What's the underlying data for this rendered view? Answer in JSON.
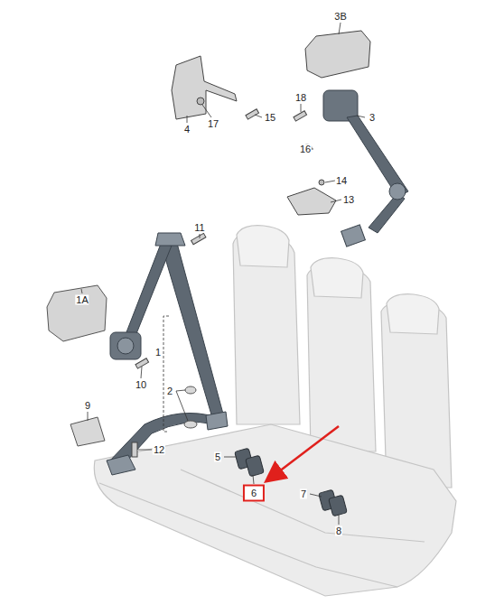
{
  "diagram": {
    "nodes": [
      {
        "text": [
          "6"
        ]
      }
    ],
    "edges": [],
    "labels": [
      "3B",
      "4",
      "17",
      "15",
      "18",
      "3",
      "16",
      "14",
      "13",
      "11",
      "1A",
      "1",
      "10",
      "2",
      "9",
      "12",
      "5",
      "7",
      "8"
    ]
  }
}
